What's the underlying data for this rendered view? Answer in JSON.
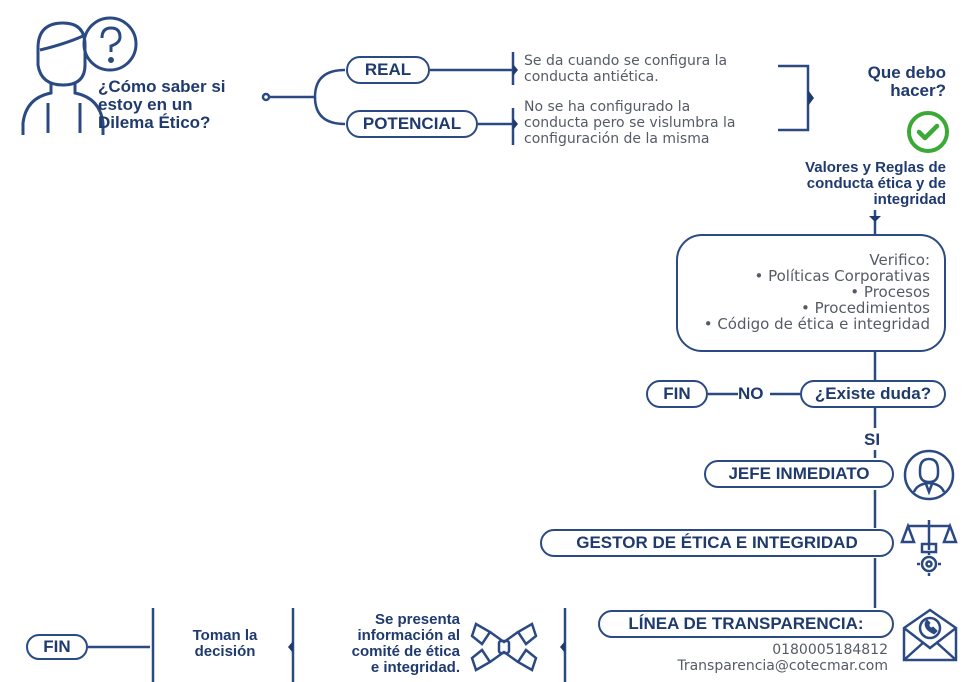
{
  "question": {
    "line1": "¿Cómo saber si",
    "line2": "estoy en un",
    "line3": "Dilema Ético?"
  },
  "types": {
    "real_label": "REAL",
    "real_desc_1": "Se da cuando se configura la",
    "real_desc_2": "conducta antiética.",
    "potencial_label": "POTENCIAL",
    "potencial_desc_1": "No se ha configurado la",
    "potencial_desc_2": "conducta pero se vislumbra la",
    "potencial_desc_3": "configuración de la misma"
  },
  "que_hacer": {
    "line1": "Que debo",
    "line2": "hacer?"
  },
  "valores": {
    "line1": "Valores y Reglas de",
    "line2": "conducta ética y de",
    "line3": "integridad"
  },
  "verifico": {
    "title": "Verifico:",
    "items": [
      "• Políticas Corporativas",
      "• Procesos",
      "• Procedimientos",
      "• Código de ética e integridad"
    ]
  },
  "duda": {
    "question": "¿Existe duda?",
    "no": "NO",
    "si": "SI",
    "fin": "FIN"
  },
  "jefe": "JEFE INMEDIATO",
  "gestor": "GESTOR DE ÉTICA E INTEGRIDAD",
  "linea": {
    "label": "LÍNEA DE TRANSPARENCIA:",
    "phone": "0180005184812",
    "email": "Transparencia@cotecmar.com"
  },
  "comite": {
    "line1": "Se presenta",
    "line2": "información al",
    "line3": "comité de ética",
    "line4": "e integridad."
  },
  "decision": {
    "line1": "Toman la",
    "line2": "decisión"
  },
  "fin_bottom": "FIN",
  "colors": {
    "navy": "#1f3a6e",
    "green": "#3aa935",
    "grey": "#555b66"
  }
}
